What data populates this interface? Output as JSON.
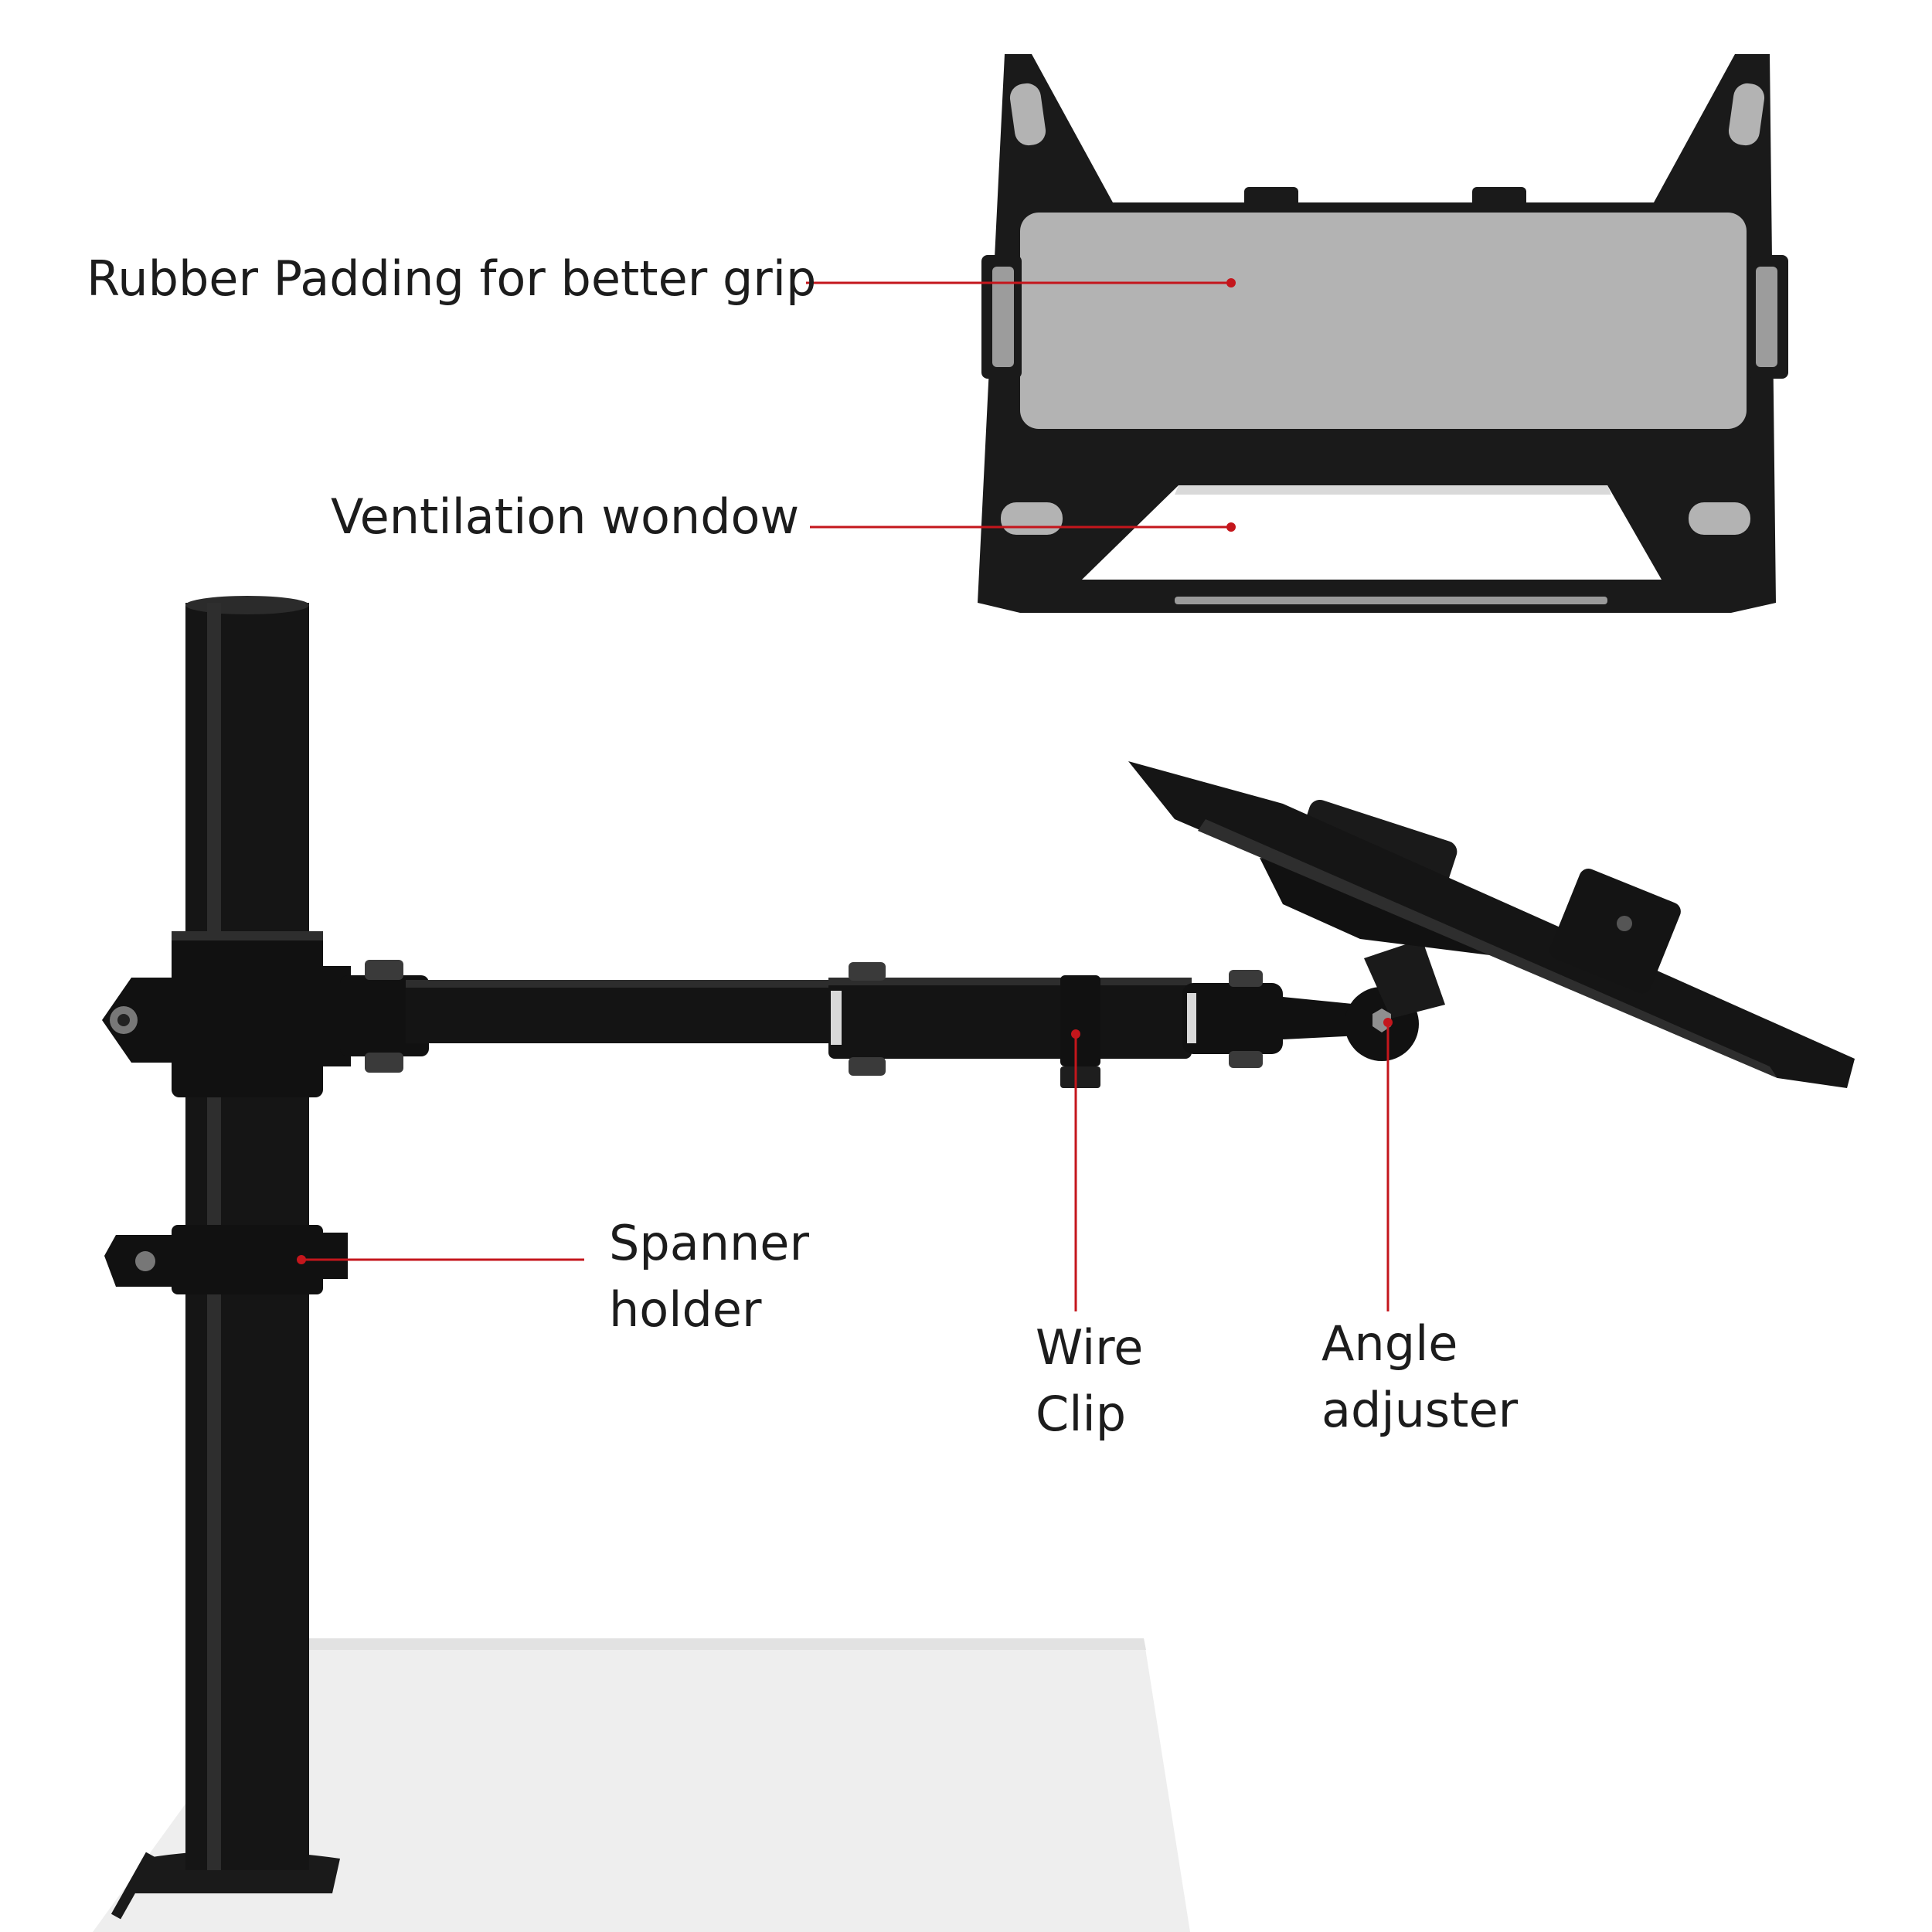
{
  "colors": {
    "background": "#ffffff",
    "callout": "#c4161c",
    "metal": "#1a1a1a",
    "rubber": "#b3b3b3",
    "desk": "#eeeeee",
    "text": "#1c1c1c"
  },
  "labels": {
    "rubber_padding": "Rubber Padding for better grip",
    "ventilation": "Ventilation wondow",
    "spanner_holder": [
      "Spanner",
      "holder"
    ],
    "wire_clip": [
      "Wire",
      "Clip"
    ],
    "angle_adjuster": [
      "Angle",
      "adjuster"
    ]
  },
  "icons": {
    "tray": "laptop-tray-illustration",
    "pole": "mounting-pole-illustration",
    "arm": "articulating-arm-illustration",
    "desk": "desk-surface-illustration"
  }
}
